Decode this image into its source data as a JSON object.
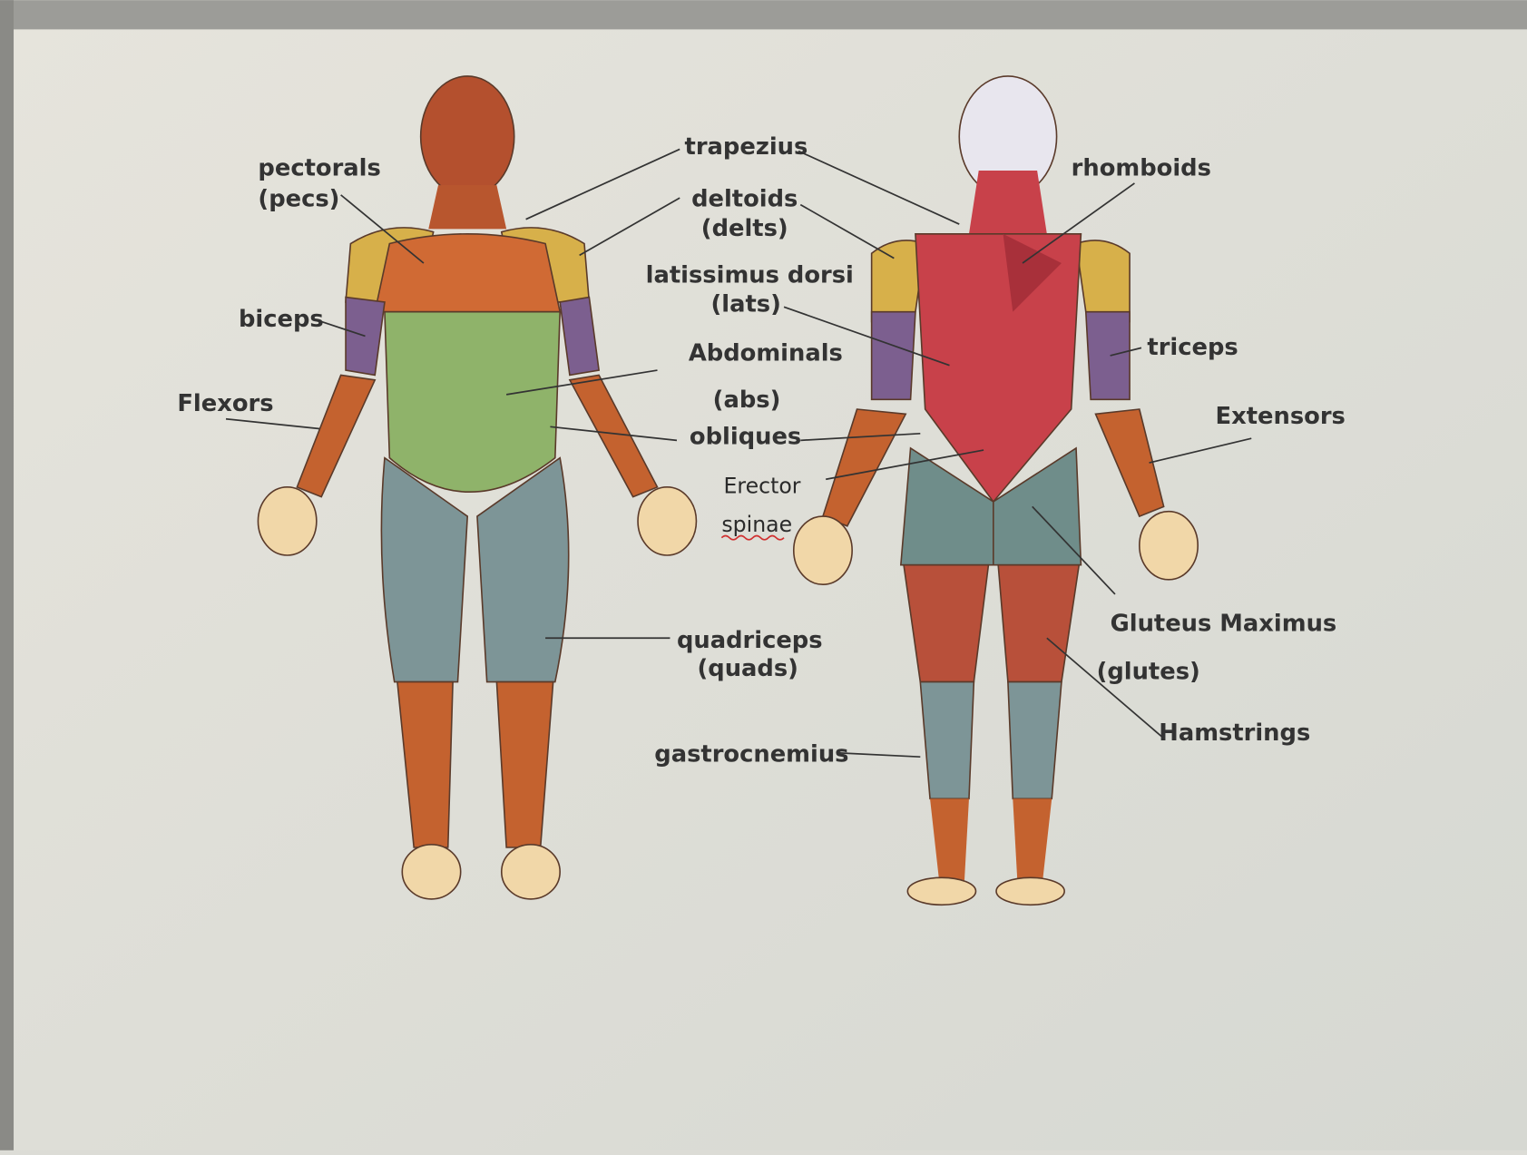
{
  "front_labels": {
    "pectorals": "pectorals",
    "pecs": "(pecs)",
    "biceps": "biceps",
    "flexors": "Flexors",
    "trapezius": "trapezius",
    "deltoids": "deltoids",
    "delts": "(delts)",
    "latissimus": "latissimus dorsi",
    "lats": "(lats)",
    "abdominals": "Abdominals",
    "abs": "(abs)",
    "obliques": "obliques",
    "erector": "Erector",
    "spinae": "spinae",
    "quadriceps": "quadriceps",
    "quads": "(quads)",
    "gastrocnemius": "gastrocnemius"
  },
  "back_labels": {
    "rhomboids": "rhomboids",
    "triceps": "triceps",
    "extensors": "Extensors",
    "gluteus": "Gluteus Maximus",
    "glutes": "(glutes)",
    "hamstrings": "Hamstrings"
  },
  "colors": {
    "background": "#dcdcd6",
    "skin": "#f1d7a8",
    "muscle": "#c4622f",
    "deltoid": "#d7b04a",
    "biceps": "#7c5f8f",
    "abs": "#8fb36a",
    "quads": "#7d9597",
    "back": "#c8414a"
  }
}
